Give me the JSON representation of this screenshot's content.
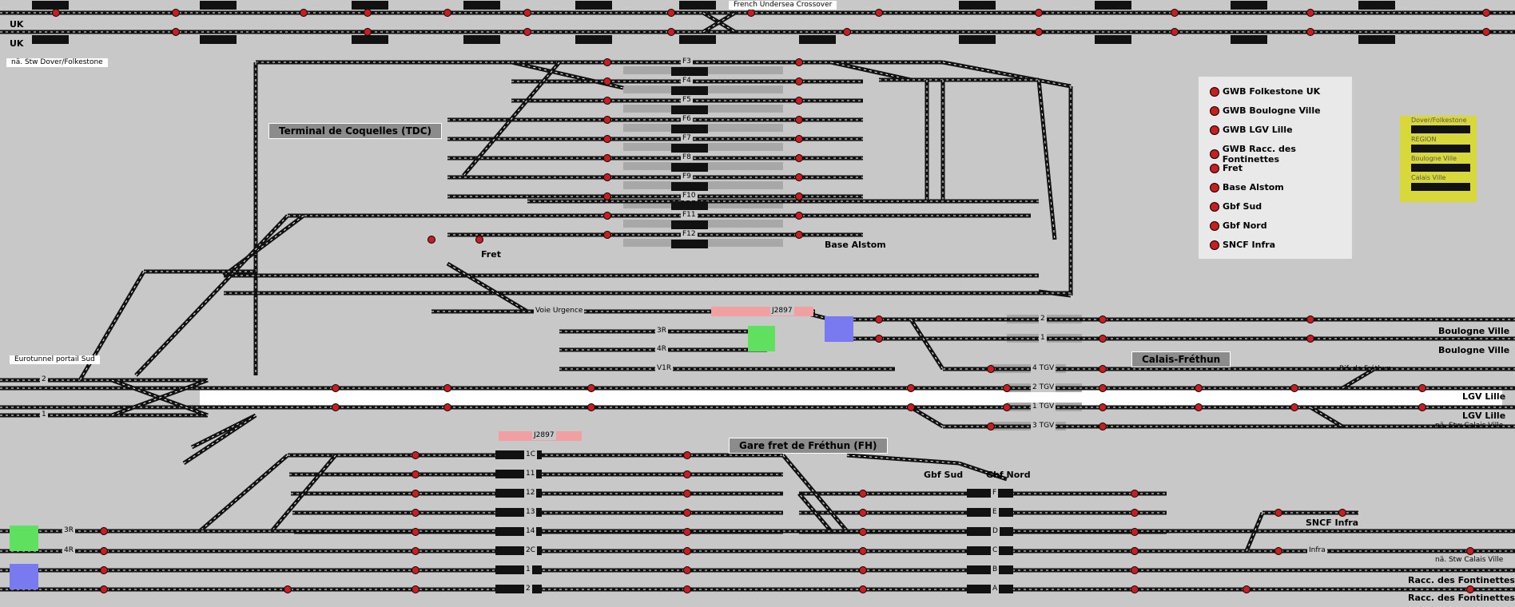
{
  "header": {
    "crossover_label": "French Undersea Crossover",
    "uk_top": "UK",
    "uk_bottom": "UK",
    "stw_dover": "nä. Stw Dover/Folkestone"
  },
  "areas": {
    "terminal": "Terminal de Coquelles (TDC)",
    "gare_fret": "Gare fret de Fréthun (FH)",
    "calais": "Calais-Fréthun",
    "fret": "Fret",
    "base_alstom": "Base Alstom",
    "gbf_sud": "Gbf Sud",
    "gbf_nord": "Gbf Nord",
    "sncf_infra": "SNCF Infra",
    "eurotunnel": "Eurotunnel portail Sud",
    "bif": "Bif. de Fréthun"
  },
  "tracks": {
    "terminal": [
      "F3",
      "F4",
      "F5",
      "F6",
      "F7",
      "F8",
      "F9",
      "F10",
      "F11",
      "F12"
    ],
    "fh_left": [
      "1C",
      "11",
      "12",
      "13",
      "14",
      "2C",
      "1",
      "2"
    ],
    "fh_right": [
      "F",
      "E",
      "D",
      "C",
      "B",
      "A"
    ],
    "calais": [
      "4 TGV",
      "2 TGV",
      "1 TGV",
      "3 TGV"
    ],
    "misc": [
      "3R",
      "4R",
      "V1R",
      "2",
      "1",
      "Voie Urgence",
      "J2897",
      "J2897",
      "Infra"
    ]
  },
  "destinations": [
    "Boulogne Ville",
    "Boulogne Ville",
    "LGV Lille",
    "LGV Lille",
    "nä. Stw Calais Ville",
    "nä. Stw Calais Ville",
    "Racc. des Fontinettes",
    "Racc. des Fontinettes"
  ],
  "legend": {
    "items": [
      "GWB Folkestone UK",
      "GWB Boulogne Ville",
      "GWB LGV Lille",
      "GWB Racc. des Fontinettes",
      "Fret",
      "Base Alstom",
      "Gbf Sud",
      "Gbf Nord",
      "SNCF Infra"
    ]
  },
  "region_box": {
    "labels": [
      "Dover/Folkestone",
      "REGION",
      "Boulogne Ville",
      "Calais Ville"
    ]
  },
  "left_tracks": [
    "2",
    "1",
    "3R",
    "4R"
  ],
  "colors": {
    "background": "#c8c8c8",
    "track": "#111111",
    "signal_red": "#c81e1e",
    "highlight_green": "#5fe05f",
    "highlight_blue": "#7a7af0",
    "highlight_pink": "#f0a0a0",
    "region_yellow": "#d8d83a"
  }
}
